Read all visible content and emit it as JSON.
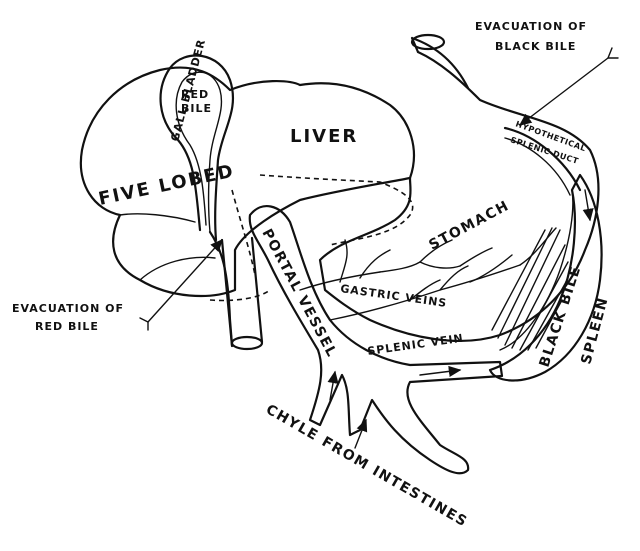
{
  "labels": {
    "evac_black": [
      "EVACUATION OF",
      "BLACK BILE"
    ],
    "evac_red": [
      "EVACUATION OF",
      "RED BILE"
    ],
    "gall_bladder": "GALL BLADDER",
    "red_bile": [
      "RED",
      "BILE"
    ],
    "five_lobed": "FIVE LOBED",
    "liver": "LIVER",
    "stomach": "STOMACH",
    "hypothetical": "HYPOTHETICAL",
    "splenic_duct": "SPLENIC DUCT",
    "portal_vessel": "PORTAL VESSEL",
    "gastric_veins": "GASTRIC VEINS",
    "splenic_vein": "SPLENIC VEIN",
    "black_bile": "BLACK BILE",
    "spleen": "SPLEEN",
    "chyle": "CHYLE FROM INTESTINES"
  }
}
